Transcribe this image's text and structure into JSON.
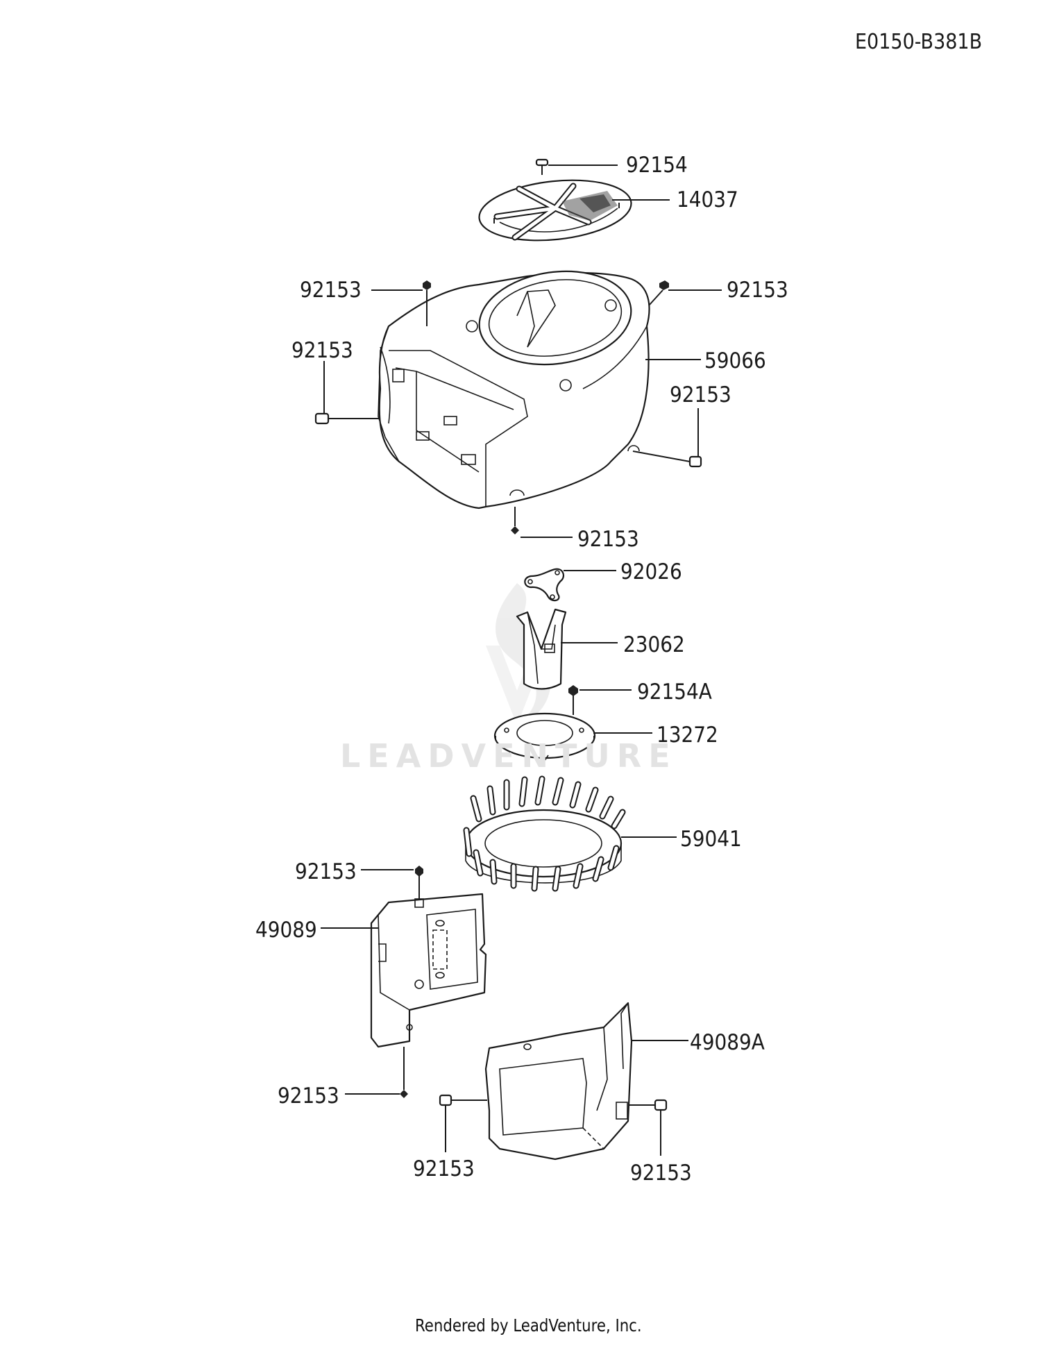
{
  "diagram_code": "E0150-B381B",
  "watermark": "LEADVENTURE",
  "footer": "Rendered by LeadVenture, Inc.",
  "callouts": [
    {
      "id": "c1",
      "part": "92154"
    },
    {
      "id": "c2",
      "part": "14037"
    },
    {
      "id": "c3",
      "part": "92153"
    },
    {
      "id": "c4",
      "part": "92153"
    },
    {
      "id": "c5",
      "part": "92153"
    },
    {
      "id": "c6",
      "part": "59066"
    },
    {
      "id": "c7",
      "part": "92153"
    },
    {
      "id": "c8",
      "part": "92153"
    },
    {
      "id": "c9",
      "part": "92026"
    },
    {
      "id": "c10",
      "part": "23062"
    },
    {
      "id": "c11",
      "part": "92154A"
    },
    {
      "id": "c12",
      "part": "13272"
    },
    {
      "id": "c13",
      "part": "59041"
    },
    {
      "id": "c14",
      "part": "92153"
    },
    {
      "id": "c15",
      "part": "49089"
    },
    {
      "id": "c16",
      "part": "49089A"
    },
    {
      "id": "c17",
      "part": "92153"
    },
    {
      "id": "c18",
      "part": "92153"
    },
    {
      "id": "c19",
      "part": "92153"
    }
  ]
}
